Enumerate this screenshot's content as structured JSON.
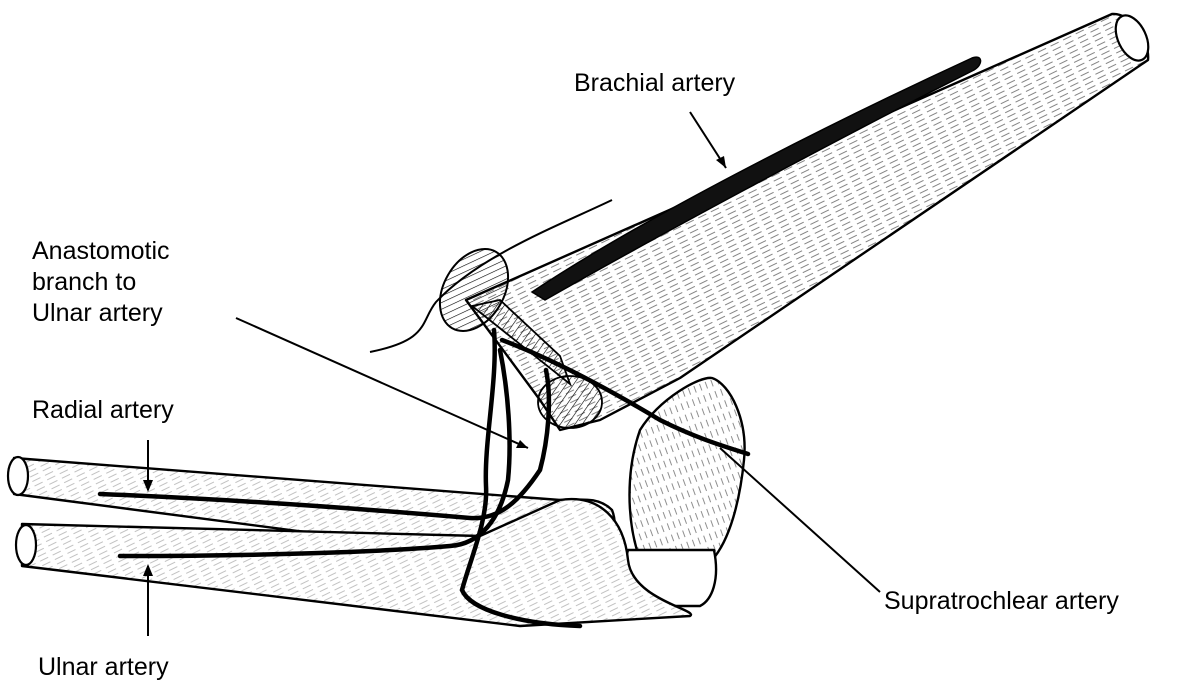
{
  "labels": {
    "brachial": "Brachial artery",
    "anastomotic": [
      "Anastomotic",
      "branch to",
      "Ulnar artery"
    ],
    "radial": "Radial artery",
    "supratrochlear": "Supratrochlear artery",
    "ulnar": "Ulnar artery"
  }
}
